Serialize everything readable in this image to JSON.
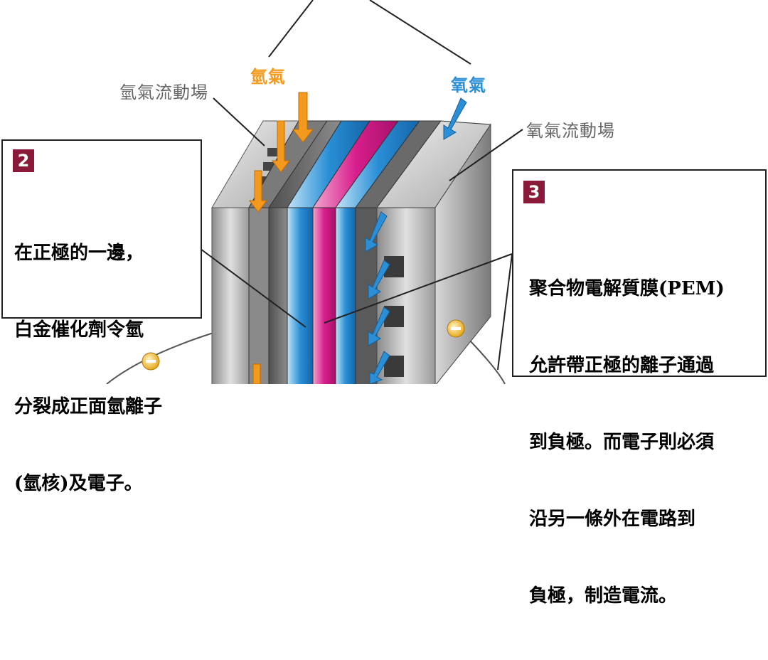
{
  "labels": {
    "hydrogen": "氫氣",
    "oxygen": "氧氣",
    "hydrogen_flow_field": "氫氣流動場",
    "oxygen_flow_field": "氧氣流動場"
  },
  "callouts": [
    {
      "number": "2",
      "lines": [
        "在正極的一邊，",
        "白金催化劑令氫",
        "分裂成正面氫離子",
        "(氫核)及電子。"
      ]
    },
    {
      "number": "3",
      "lines": [
        "聚合物電解質膜(PEM)",
        "允許帶正極的離子通過",
        "到負極。而電子則必須",
        "沿另一條外在電路到",
        "負極，制造電流。"
      ]
    }
  ],
  "colors": {
    "hydrogen": "#f39a1e",
    "oxygen": "#2a8fd6",
    "membrane": "#d81e8c",
    "callout_badge": "#8b1a3a",
    "electron": "#f5c542"
  },
  "icons": [
    "hydrogen-arrow-icon",
    "oxygen-arrow-icon",
    "electron-icon"
  ]
}
